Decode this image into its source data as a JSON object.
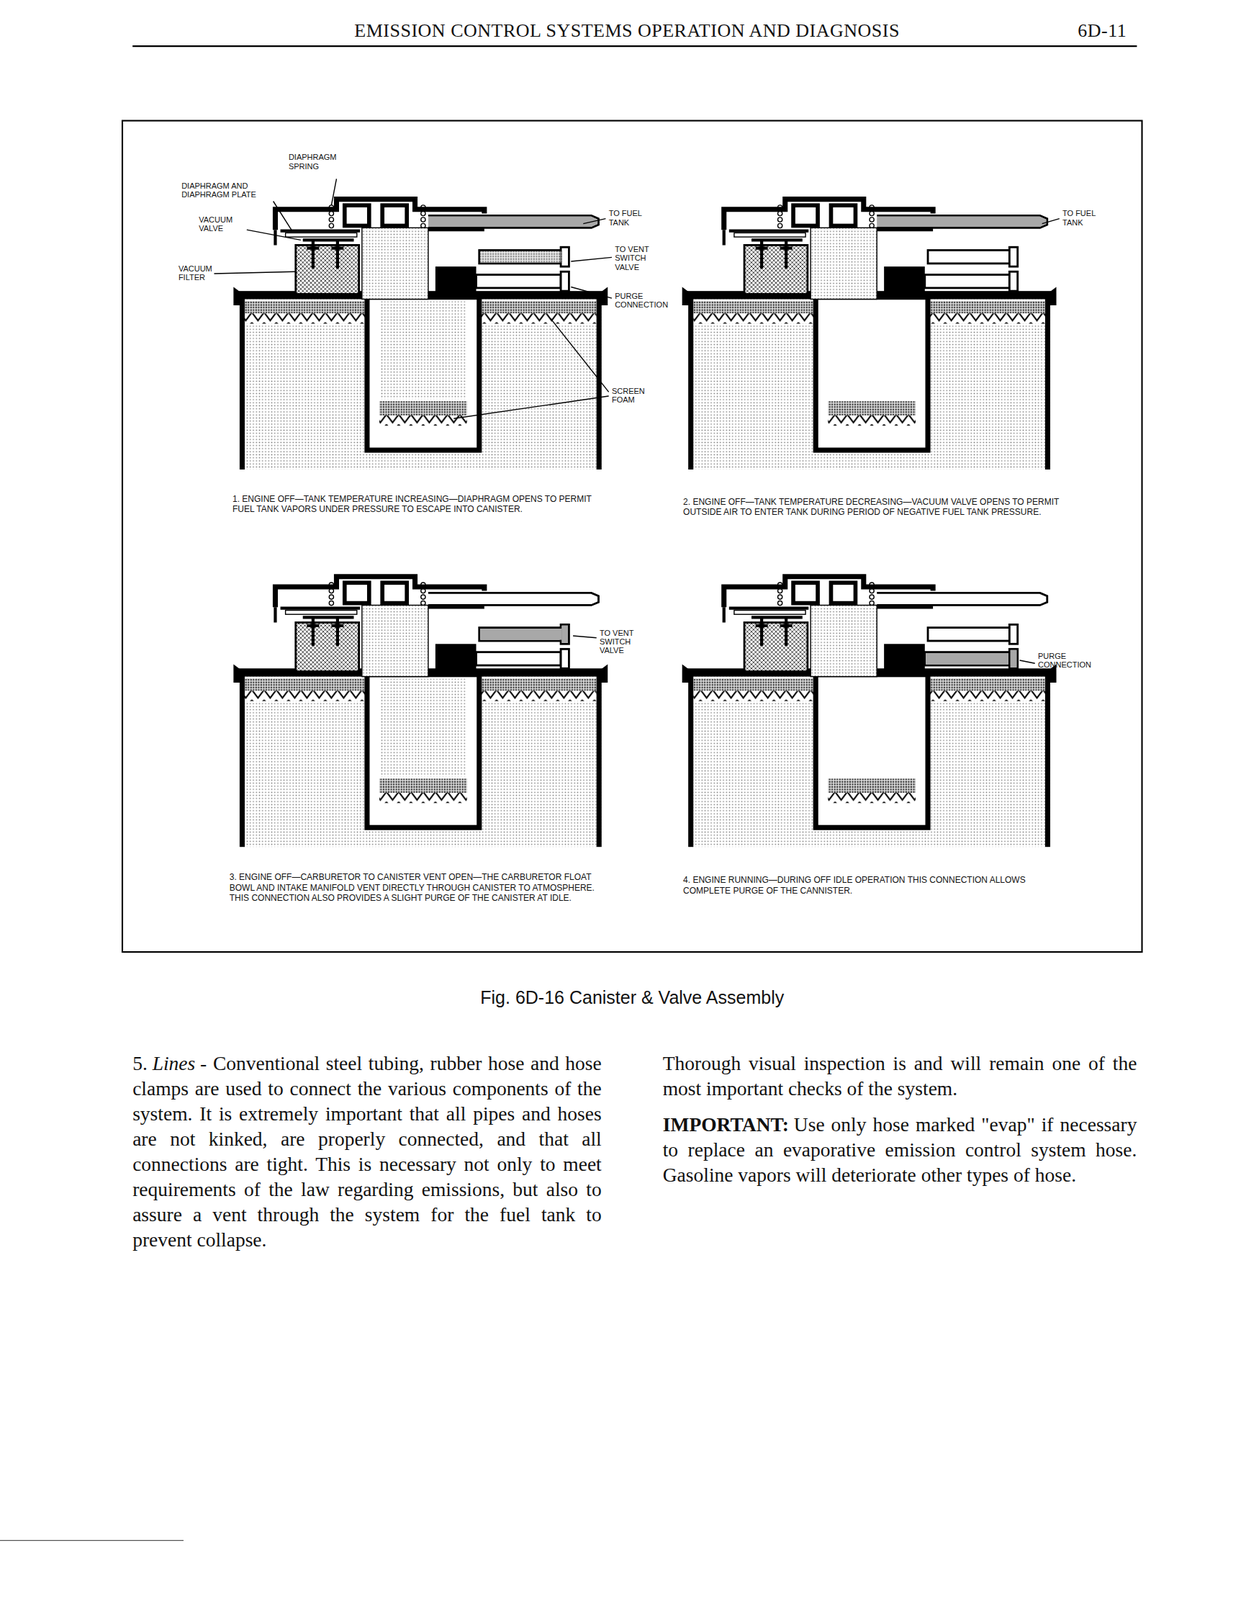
{
  "diagram": {
    "title": "EMISSION CONTROL SYSTEMS OPERATION AND DIAGNOSIS",
    "caption": "Fig. 6D-16 Canister & Valve Assembly",
    "labels": [
      "6D-11",
      "DIAPHRAGM SPRING",
      "DIAPHRAGM AND DIAPHRAGM PLATE",
      "VACUUM VALVE",
      "VACUUM FILTER",
      "TO FUEL TANK",
      "TO VENT SWITCH VALVE",
      "PURGE CONNECTION",
      "SCREEN FOAM",
      "1. ENGINE OFF—TANK TEMPERATURE INCREASING—DIAPHRAGM OPENS TO PERMIT FUEL TANK VAPORS UNDER PRESSURE TO ESCAPE INTO CANISTER.",
      "TO FUEL TANK",
      "2. ENGINE OFF—TANK TEMPERATURE DECREASING—VACUUM VALVE OPENS TO PERMIT OUTSIDE AIR TO ENTER TANK DURING PERIOD OF NEGATIVE FUEL TANK PRESSURE.",
      "TO VENT SWITCH VALVE",
      "3. ENGINE OFF—CARBURETOR TO CANISTER VENT OPEN—THE CARBURETOR FLOAT BOWL AND INTAKE MANIFOLD VENT DIRECTLY THROUGH CANISTER TO ATMOSPHERE. THIS CONNECTION ALSO PROVIDES A SLIGHT PURGE OF THE CANISTER AT IDLE.",
      "PURGE CONNECTION",
      "4. ENGINE RUNNING—DURING OFF IDLE OPERATION THIS CONNECTION ALLOWS COMPLETE PURGE OF THE CANNISTER.",
      "5.",
      "Lines",
      "- Conventional steel tubing, rubber hose and hose clamps are used to connect the various components of the system. It is extremely important that all pipes and hoses are not kinked, are properly connected, and that all connections are tight. This is necessary not only to meet requirements of the law regarding emissions, but also to assure a vent through the system for the fuel tank to prevent collapse.",
      "Thorough visual inspection is and will remain one of the most important checks of the system.",
      "IMPORTANT:",
      "Use only hose marked \"evap\" if necessary to replace an evaporative emission control system hose. Gasoline vapors will deteriorate other types of hose."
    ]
  }
}
